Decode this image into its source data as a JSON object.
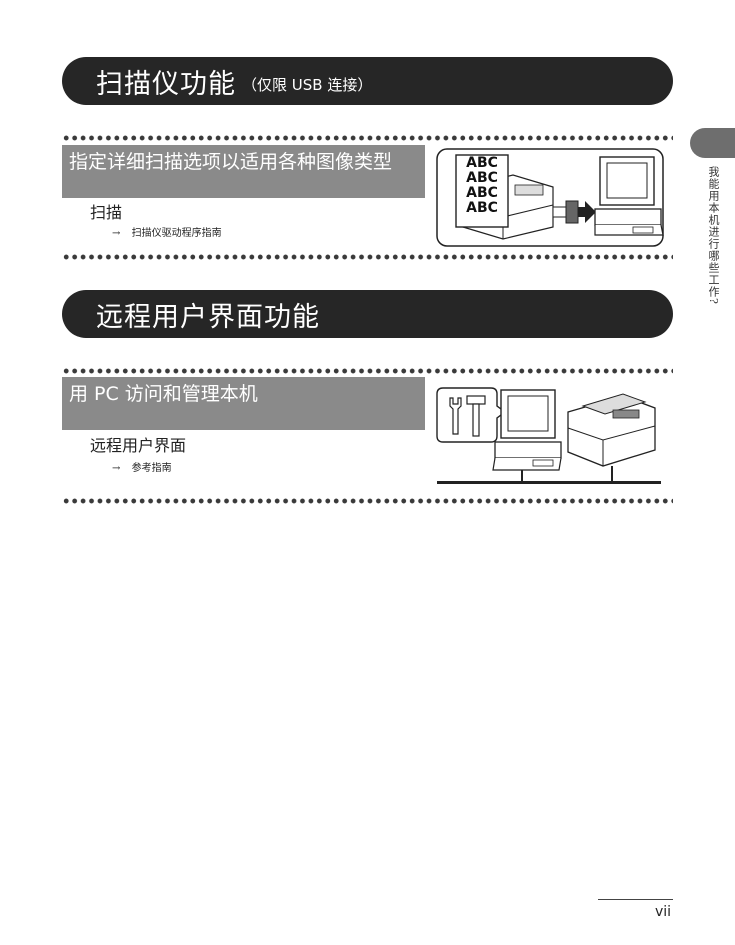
{
  "section1": {
    "title": "扫描仪功能",
    "subtitle": "（仅限 USB 连接）",
    "feature": {
      "heading": "指定详细扫描选项以适用各种图像类型",
      "entry": "扫描",
      "link_arrow": "→",
      "link_text": "扫描仪驱动程序指南"
    },
    "illustration": {
      "doc_lines": [
        "ABC",
        "ABC",
        "ABC",
        "ABC"
      ]
    }
  },
  "section2": {
    "title": "远程用户界面功能",
    "feature": {
      "heading": "用 PC 访问和管理本机",
      "entry": "远程用户界面",
      "link_arrow": "→",
      "link_text": "参考指南"
    }
  },
  "side_tab": {
    "text": "我能用本机进行哪些工作?"
  },
  "footer": {
    "page_number": "vii"
  }
}
